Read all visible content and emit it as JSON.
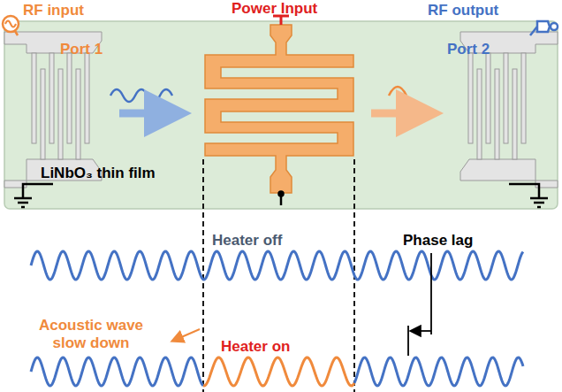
{
  "diagram": {
    "labels": [
      "RF input",
      "Power Input",
      "RF output",
      "Port 1",
      "Port 2",
      "LiNbO₃ thin film",
      "Heater off",
      "Phase lag",
      "Acoustic wave slow down",
      "Heater on"
    ]
  }
}
